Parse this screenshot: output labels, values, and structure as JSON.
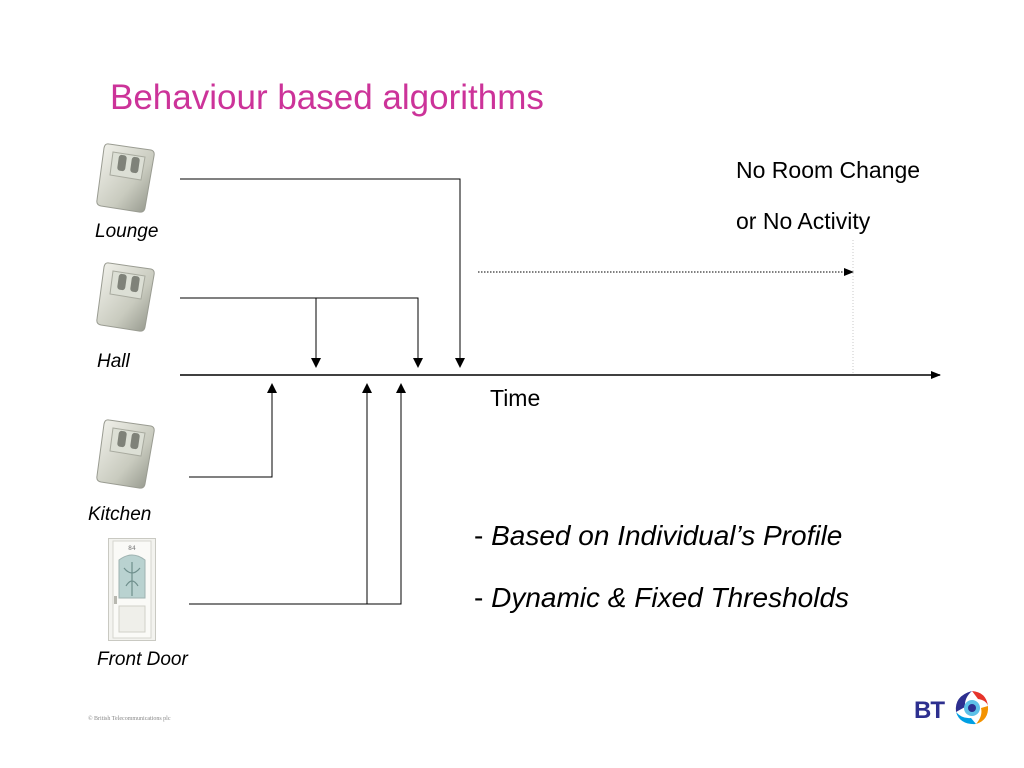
{
  "title": "Behaviour based algorithms",
  "sensors": [
    {
      "label": "Lounge",
      "icon": "motion-sensor-icon"
    },
    {
      "label": "Hall",
      "icon": "motion-sensor-icon"
    },
    {
      "label": "Kitchen",
      "icon": "motion-sensor-icon"
    },
    {
      "label": "Front Door",
      "icon": "front-door-icon"
    }
  ],
  "door_number": "84",
  "timeline": {
    "axis_label": "Time"
  },
  "note": {
    "line1": "No Room Change",
    "line2": "or No Activity"
  },
  "bullets": [
    {
      "dash": "-",
      "text": "Based on Individual’s Profile"
    },
    {
      "dash": "-",
      "text": "Dynamic & Fixed Thresholds"
    }
  ],
  "footer": {
    "copyright": "© British Telecommunications plc"
  },
  "logo": {
    "text": "BT",
    "icon": "bt-piper-logo-icon"
  },
  "colors": {
    "title": "#cc3399",
    "logo_blue": "#2d2f8f"
  }
}
